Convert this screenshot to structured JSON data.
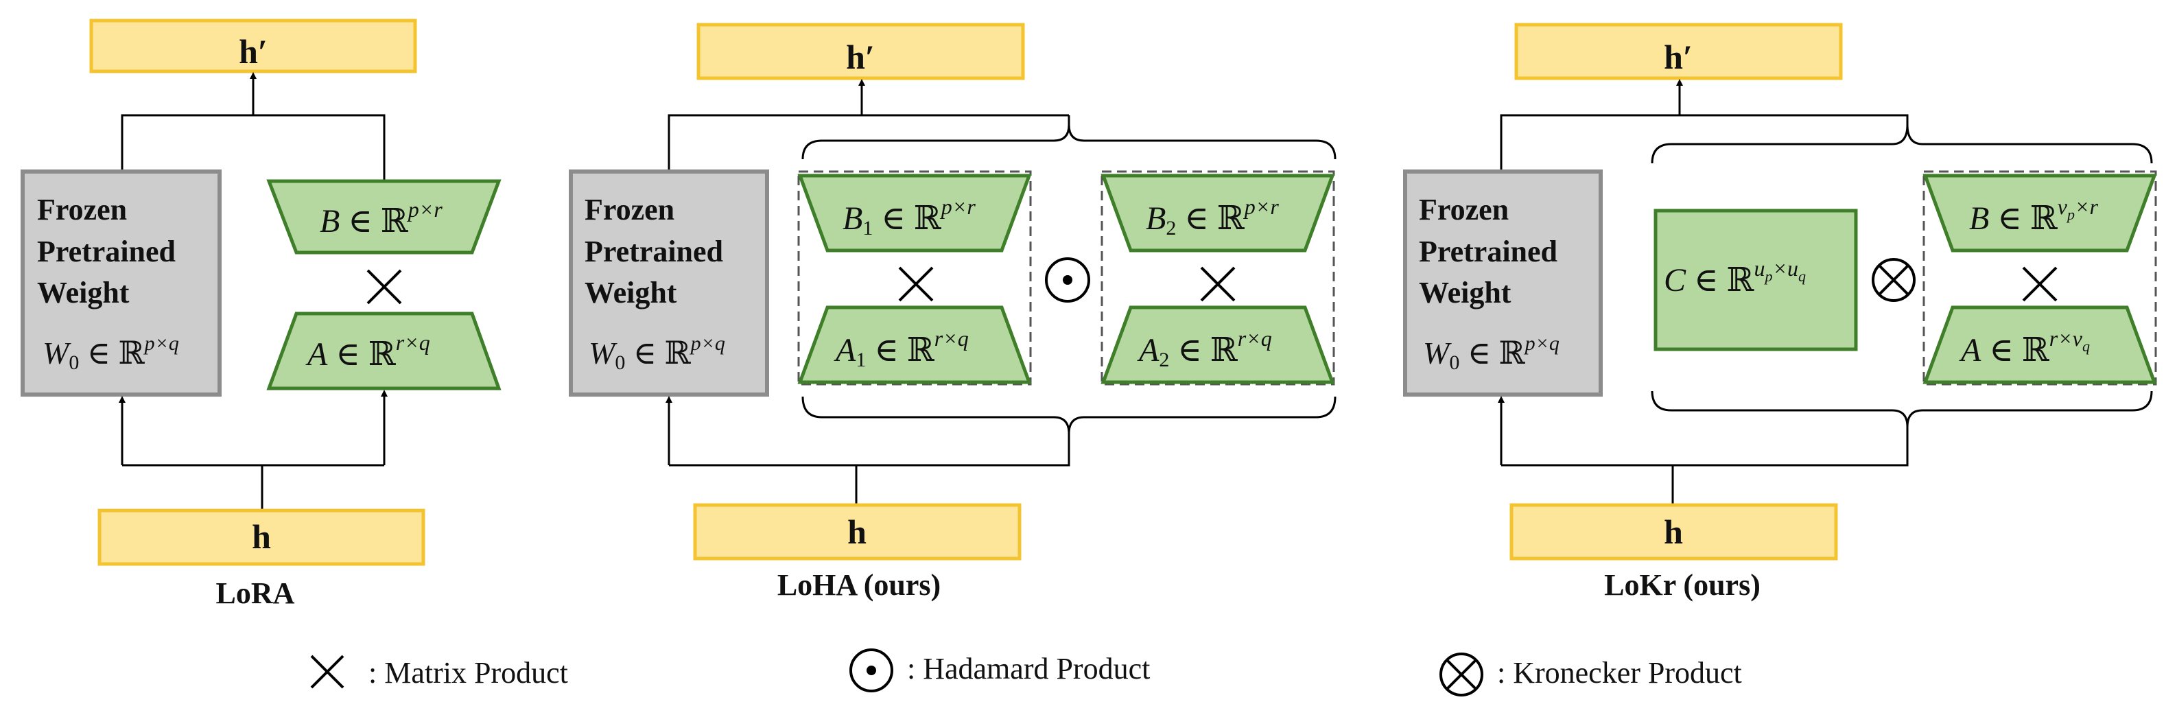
{
  "colors": {
    "io_fill": "#FDE59A",
    "io_stroke": "#F4C430",
    "frozen_fill": "#CDCDCD",
    "frozen_stroke": "#8C8C8C",
    "factor_fill": "#B5D8A0",
    "factor_stroke": "#3F7F2A",
    "line": "#000000"
  },
  "io": {
    "output": "h′",
    "input": "h"
  },
  "frozen": {
    "line1": "Frozen",
    "line2": "Pretrained",
    "line3": "Weight",
    "w_base": "W",
    "w_sub": "0",
    "w_rel": " ∈ ℝ",
    "w_sup": "p×q"
  },
  "lora": {
    "title": "LoRA",
    "b_base": "B",
    "b_rel": " ∈ ℝ",
    "b_sup": "p×r",
    "a_base": "A",
    "a_rel": " ∈ ℝ",
    "a_sup": "r×q"
  },
  "loha": {
    "title": "LoHA (ours)",
    "b1_base": "B",
    "b1_sub": "1",
    "b1_rel": " ∈ ℝ",
    "b1_sup": "p×r",
    "a1_base": "A",
    "a1_sub": "1",
    "a1_rel": " ∈ ℝ",
    "a1_sup": "r×q",
    "b2_base": "B",
    "b2_sub": "2",
    "b2_rel": " ∈ ℝ",
    "b2_sup": "p×r",
    "a2_base": "A",
    "a2_sub": "2",
    "a2_rel": " ∈ ℝ",
    "a2_sup": "r×q"
  },
  "lokr": {
    "title": "LoKr (ours)",
    "c_base": "C",
    "c_rel": " ∈ ℝ",
    "c_sup": "u",
    "c_sup_sub1": "p",
    "c_sup_mid": "×u",
    "c_sup_sub2": "q",
    "b_base": "B",
    "b_rel": " ∈ ℝ",
    "b_sup": "v",
    "b_sup_sub": "p",
    "b_sup_tail": "×r",
    "a_base": "A",
    "a_rel": " ∈ ℝ",
    "a_sup": "r×v",
    "a_sup_sub": "q"
  },
  "legend": {
    "matrix": ": Matrix Product",
    "hadamard": ": Hadamard Product",
    "kronecker": ": Kronecker Product"
  }
}
